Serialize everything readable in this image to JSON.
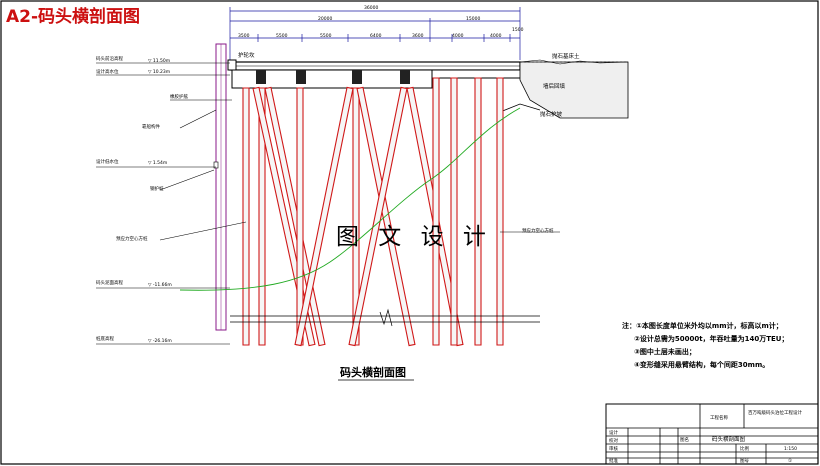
{
  "title": "A2-码头横剖面图",
  "watermark": "图 文 设 计",
  "drawing_caption": "码头横剖面图",
  "dimensions": {
    "overall": "36000",
    "sub_left": "20000",
    "sub_right": "15000",
    "segments": [
      "3500",
      "5500",
      "5500",
      "6400",
      "3600",
      "4000",
      "4000",
      "1500"
    ]
  },
  "elevations": [
    {
      "name": "码头前沿高程",
      "value": "▽ 11.50m"
    },
    {
      "name": "设计高水位",
      "value": "▽ 10.23m"
    },
    {
      "name": "设计低水位",
      "value": "▽ 1.54m"
    },
    {
      "name": "码头泥面高程",
      "value": "▽ -11.66m"
    },
    {
      "name": "桩底高程",
      "value": "▽ -26.16m"
    }
  ],
  "left_labels": [
    "橡胶护舷",
    "靠船构件",
    "钢护桩",
    "预应力空心方桩"
  ],
  "right_labels": [
    "抛石基床土",
    "墙后回填",
    "抛石护坡",
    "预应力空心方桩"
  ],
  "top_labels": [
    "护轮坎"
  ],
  "notes": [
    "注：①本图长度单位米外均以mm计，标高以m计；",
    "②设计总需为50000t，年吞吐量为140万TEU；",
    "③图中土层未画出；",
    "④变形缝采用悬臂结构，每个间距30mm。"
  ],
  "title_block": {
    "project_label": "工程名称",
    "project_name": "百万吨级码头泊位工程设计",
    "drawing_name": "码头横剖面图",
    "scale_label": "比例",
    "scale": "1:150",
    "sheet_label": "图号",
    "sheet": "①",
    "rows": [
      "设计",
      "校对",
      "审核",
      "批准"
    ],
    "fig_label": "图名"
  },
  "colors": {
    "pile_red": "#d01818",
    "line_blue": "#1a1aa0",
    "water_green": "#22aa22",
    "outline": "#000000",
    "pile_fill": "#f6f6f6"
  }
}
